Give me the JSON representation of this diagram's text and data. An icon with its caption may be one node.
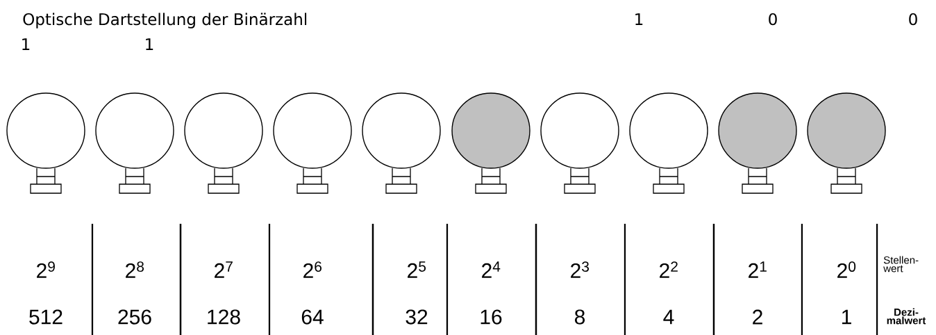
{
  "diagram": {
    "title": "Optische Dartstellung der Binärzahl",
    "labels": [
      "1",
      "0",
      "0",
      "1",
      "1",
      "2$^{9}$",
      "2$^{8}$",
      "2$^{7}$",
      "2$^{6}$",
      "2$^{5}$",
      "2$^{4}$",
      "2$^{3}$",
      "2$^{2}$",
      "2$^{1}$",
      "2$^{0}$",
      "Stellen- wert",
      "512",
      "256",
      "128",
      "64",
      "32",
      "16",
      "8",
      "4",
      "2",
      "1",
      "Dezi- malwert"
    ]
  }
}
